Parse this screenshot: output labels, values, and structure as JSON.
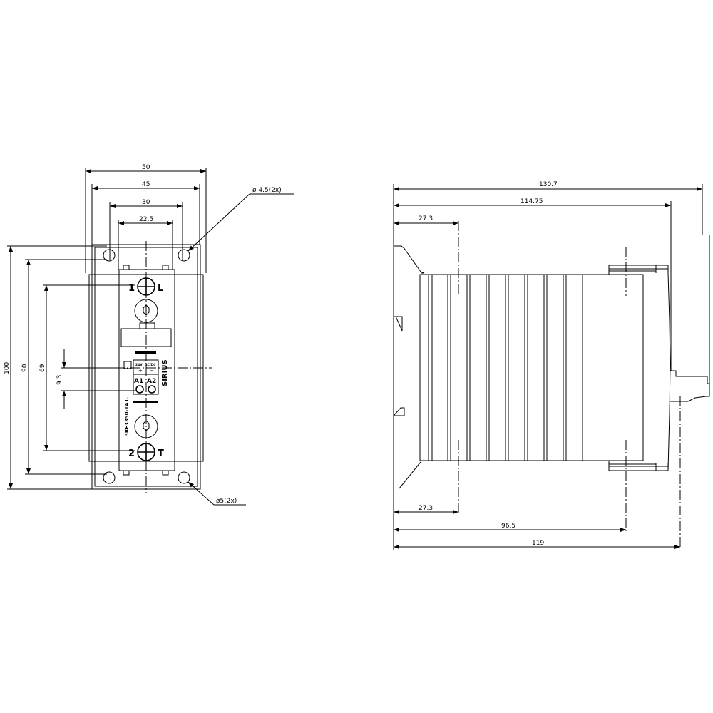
{
  "front_view": {
    "dimensions": {
      "width_50": "50",
      "width_45": "45",
      "width_30": "30",
      "width_22_5": "22.5",
      "height_100": "100",
      "height_90": "90",
      "height_69": "69",
      "height_9_3": "9.3"
    },
    "hole_top_note": "ø 4.5(2x)",
    "hole_bottom_note": "ø5(2x)",
    "terminal_1": "1",
    "terminal_L": "L",
    "terminal_2": "2",
    "terminal_T": "T",
    "control_a1": "A1",
    "control_a2": "A2",
    "control_voltage": "24V",
    "control_type": "AC/DC",
    "plus": "+",
    "minus": "−",
    "brand": "SIRIUS",
    "model": "3RF3350-1A1."
  },
  "side_view": {
    "dimensions": {
      "total_130_7": "130.7",
      "depth_114_75": "114.75",
      "top_27_3": "27.3",
      "bottom_27_3": "27.3",
      "depth_96_5": "96.5",
      "depth_119": "119"
    }
  }
}
